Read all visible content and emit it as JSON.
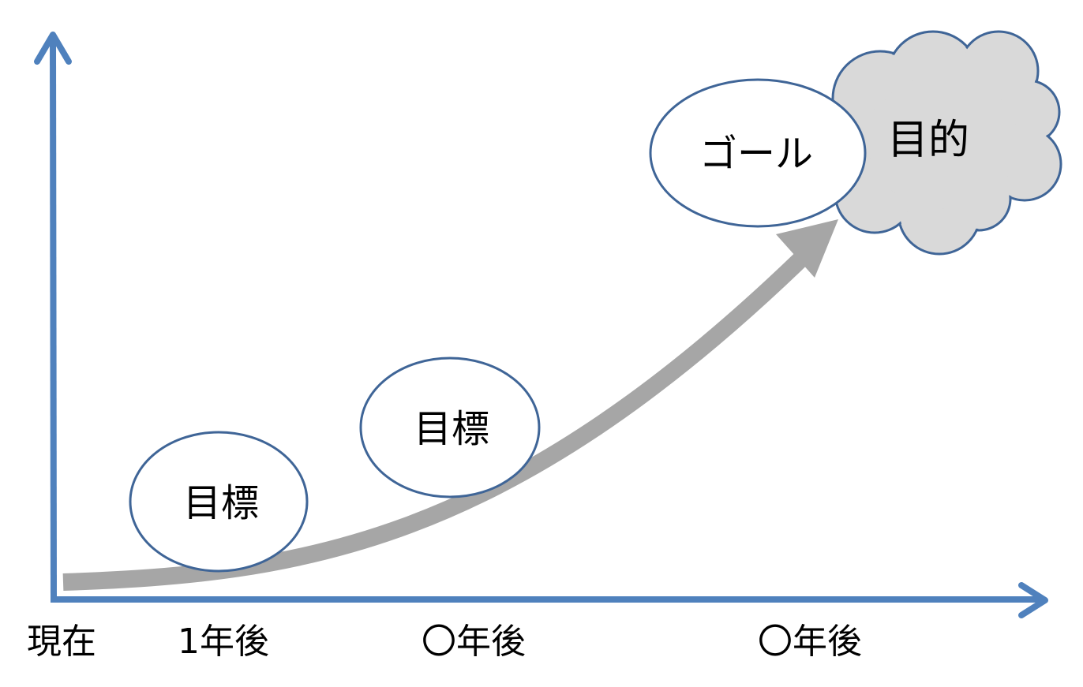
{
  "colors": {
    "axis": "#4f81bd",
    "bubble_border": "#3f6597",
    "bubble_fill": "#ffffff",
    "growth_arrow": "#a6a6a6",
    "cloud_fill": "#d9d9d9"
  },
  "x_axis": {
    "ticks": [
      "現在",
      "1年後",
      "〇年後",
      "〇年後"
    ]
  },
  "bubbles": [
    {
      "label": "目標"
    },
    {
      "label": "目標"
    },
    {
      "label": "ゴール"
    }
  ],
  "purpose": {
    "label": "目的"
  }
}
